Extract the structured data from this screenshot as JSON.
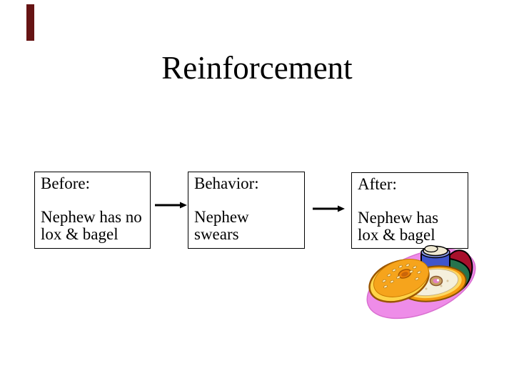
{
  "slide": {
    "title": "Reinforcement",
    "background_color": "#ffffff",
    "accent_bar_color": "#661414",
    "text_color": "#000000"
  },
  "diagram": {
    "boxes": [
      {
        "heading": "Before:",
        "lines": [
          "Nephew has no",
          "lox & bagel"
        ]
      },
      {
        "heading": "Behavior:",
        "lines": [
          "Nephew",
          "swears"
        ]
      },
      {
        "heading": "After:",
        "lines": [
          "Nephew has",
          "lox & bagel"
        ]
      }
    ],
    "arrows": [
      {
        "from": "Before",
        "to": "Behavior"
      },
      {
        "from": "Behavior",
        "to": "After"
      }
    ],
    "arrow_color": "#000000"
  },
  "illustration": {
    "name": "bagel-with-lox-and-cream-cheese-clipart",
    "palette": {
      "shadow_pink": "#ee8ce8",
      "crimson": "#a8102c",
      "plate_green": "#26734d",
      "cup_blue": "#3f55cc",
      "cup_rim_blue": "#8c9ce6",
      "cream": "#f0ead2",
      "bagel_golden": "#f6a41c",
      "bagel_cut_yellow": "#ffd348",
      "crust_orange": "#f49a10",
      "bagel_surface": "#f5f0dc",
      "hole_tan": "#c9a264",
      "lox_pink": "#e383c4"
    }
  }
}
